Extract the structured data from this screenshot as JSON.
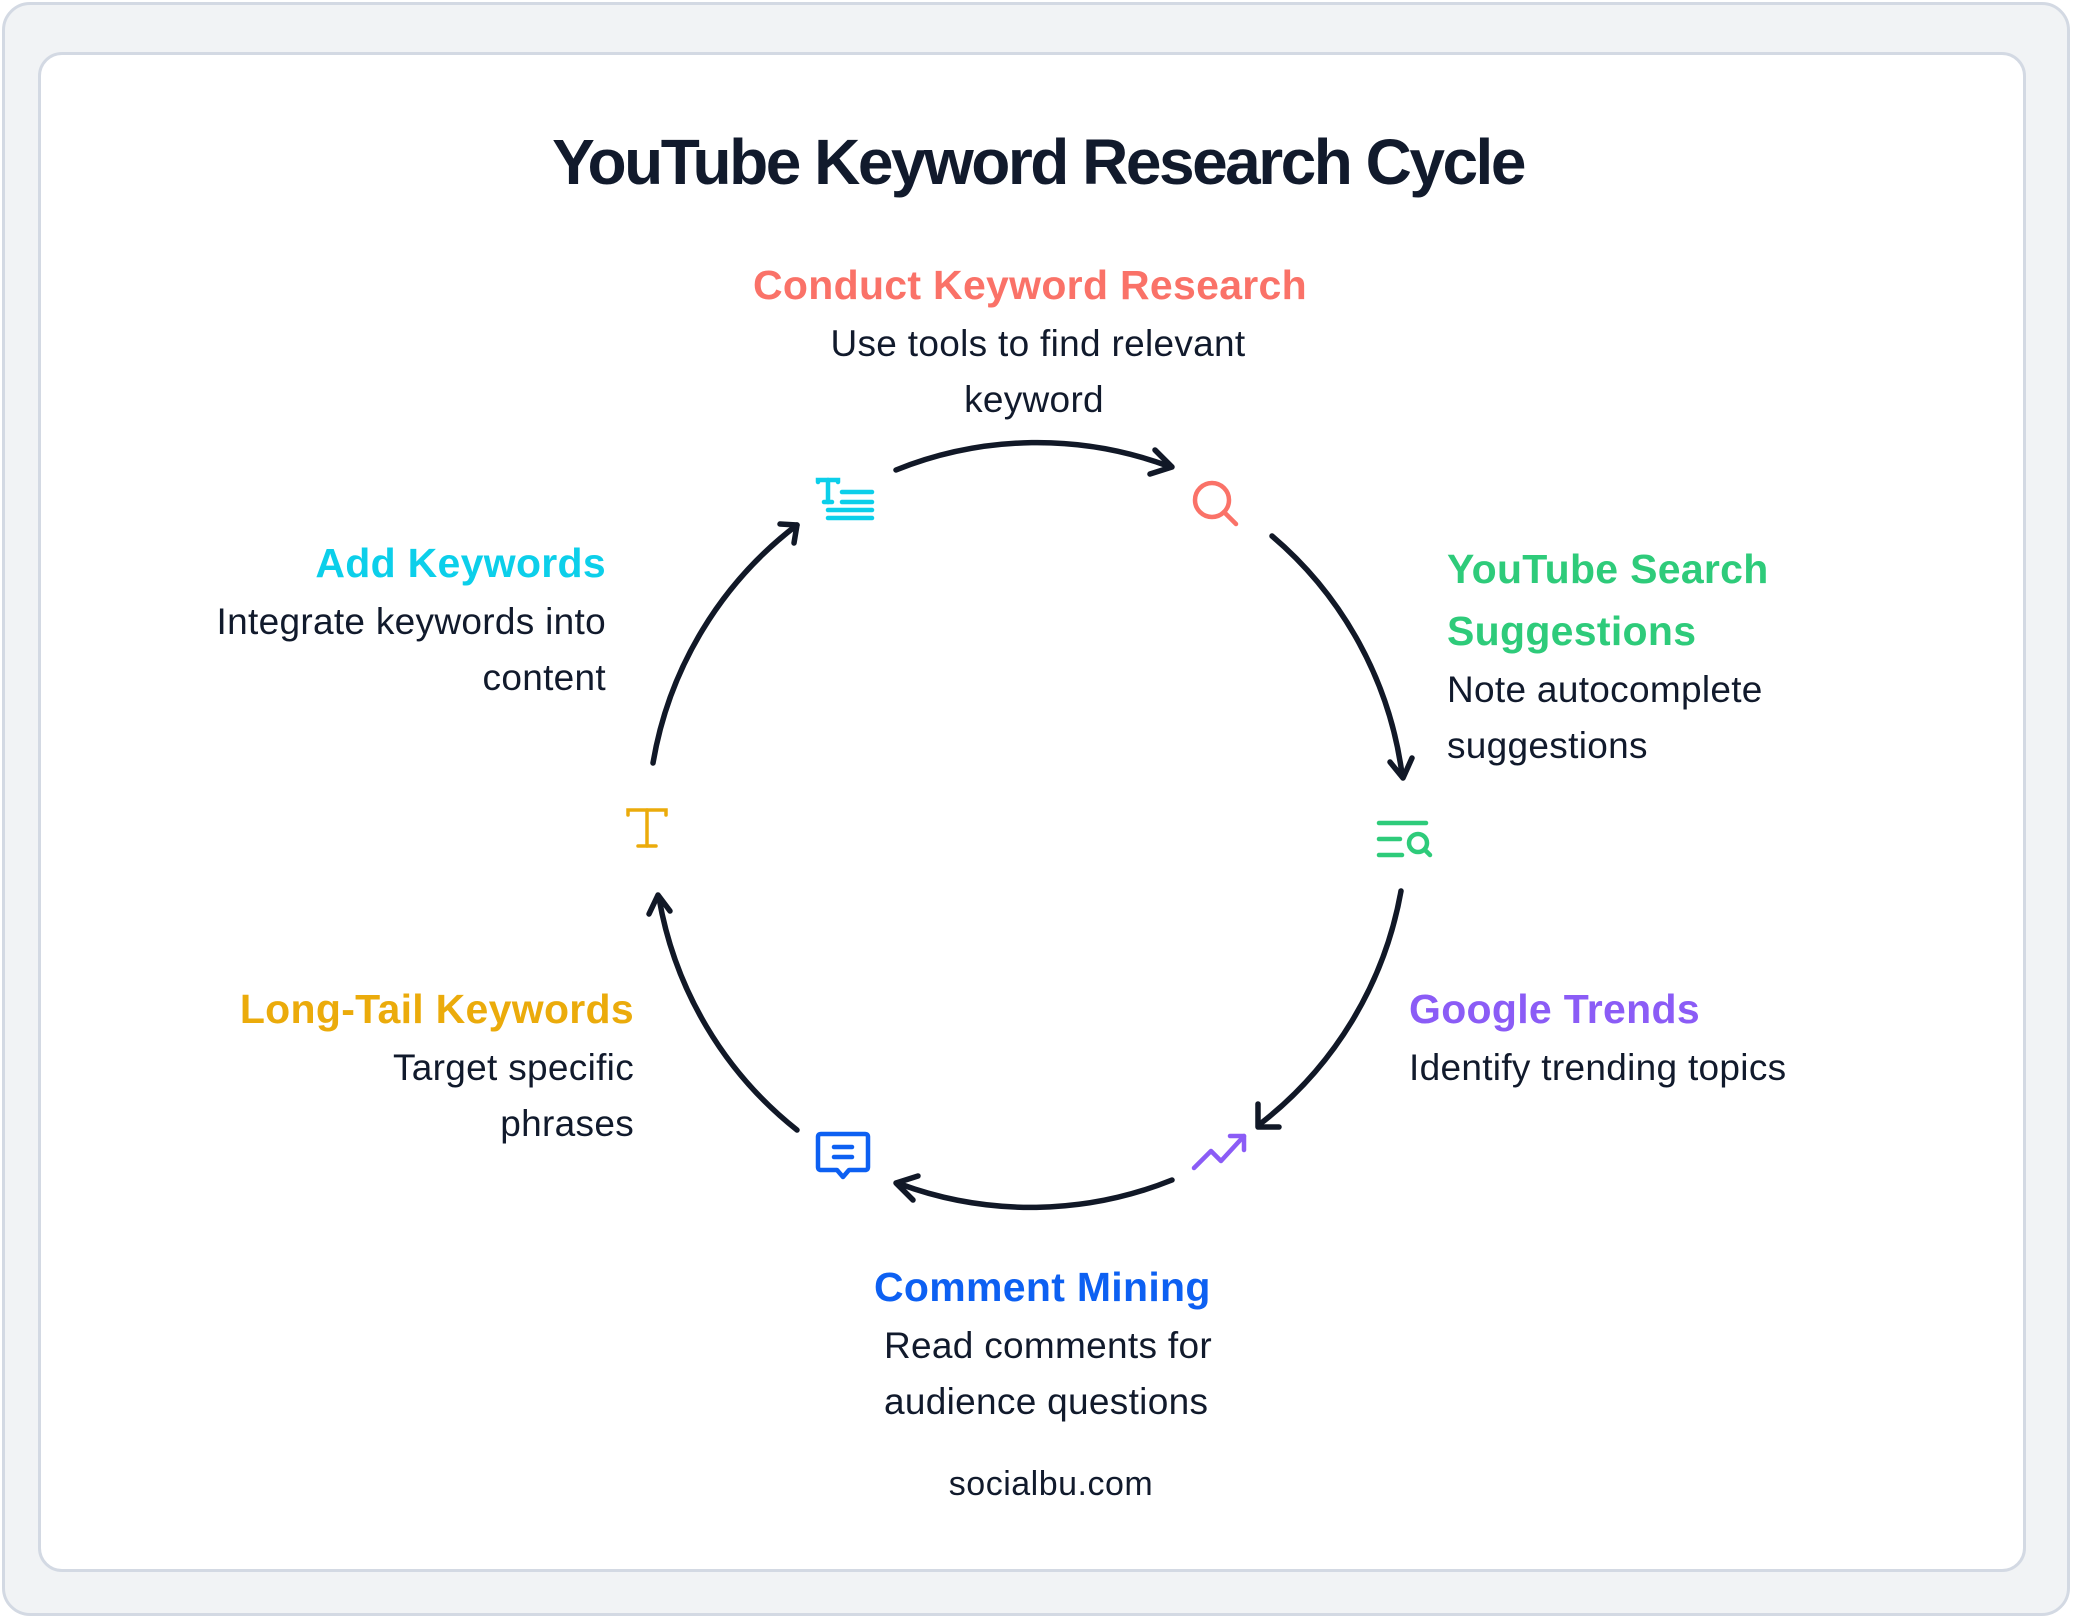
{
  "title": "YouTube Keyword Research Cycle",
  "footer": "socialbu.com",
  "colors": {
    "text_dark": "#111a2c",
    "arrow": "#111827",
    "background": "#f1f3f5",
    "card": "#ffffff",
    "border": "#d3d9e3"
  },
  "steps": [
    {
      "title": "Conduct Keyword Research",
      "desc_lines": [
        "Use tools to find relevant",
        "keyword"
      ],
      "color": "#fa7268",
      "icon": "search-icon"
    },
    {
      "title_lines": [
        "YouTube Search",
        "Suggestions"
      ],
      "desc_lines": [
        "Note autocomplete",
        "suggestions"
      ],
      "color": "#2ecb7a",
      "icon": "list-search-icon"
    },
    {
      "title": "Google Trends",
      "desc_lines": [
        "Identify trending topics"
      ],
      "color": "#8b5cf6",
      "icon": "trending-up-icon"
    },
    {
      "title": "Comment Mining",
      "desc_lines": [
        "Read comments for",
        "audience questions"
      ],
      "color": "#0d60f2",
      "icon": "comment-icon"
    },
    {
      "title": "Long-Tail Keywords",
      "desc_lines": [
        "Target specific",
        "phrases"
      ],
      "color": "#ebab0b",
      "icon": "typography-icon"
    },
    {
      "title": "Add Keywords",
      "desc_lines": [
        "Integrate keywords into",
        "content"
      ],
      "color": "#0ccfea",
      "icon": "text-lines-icon"
    }
  ]
}
